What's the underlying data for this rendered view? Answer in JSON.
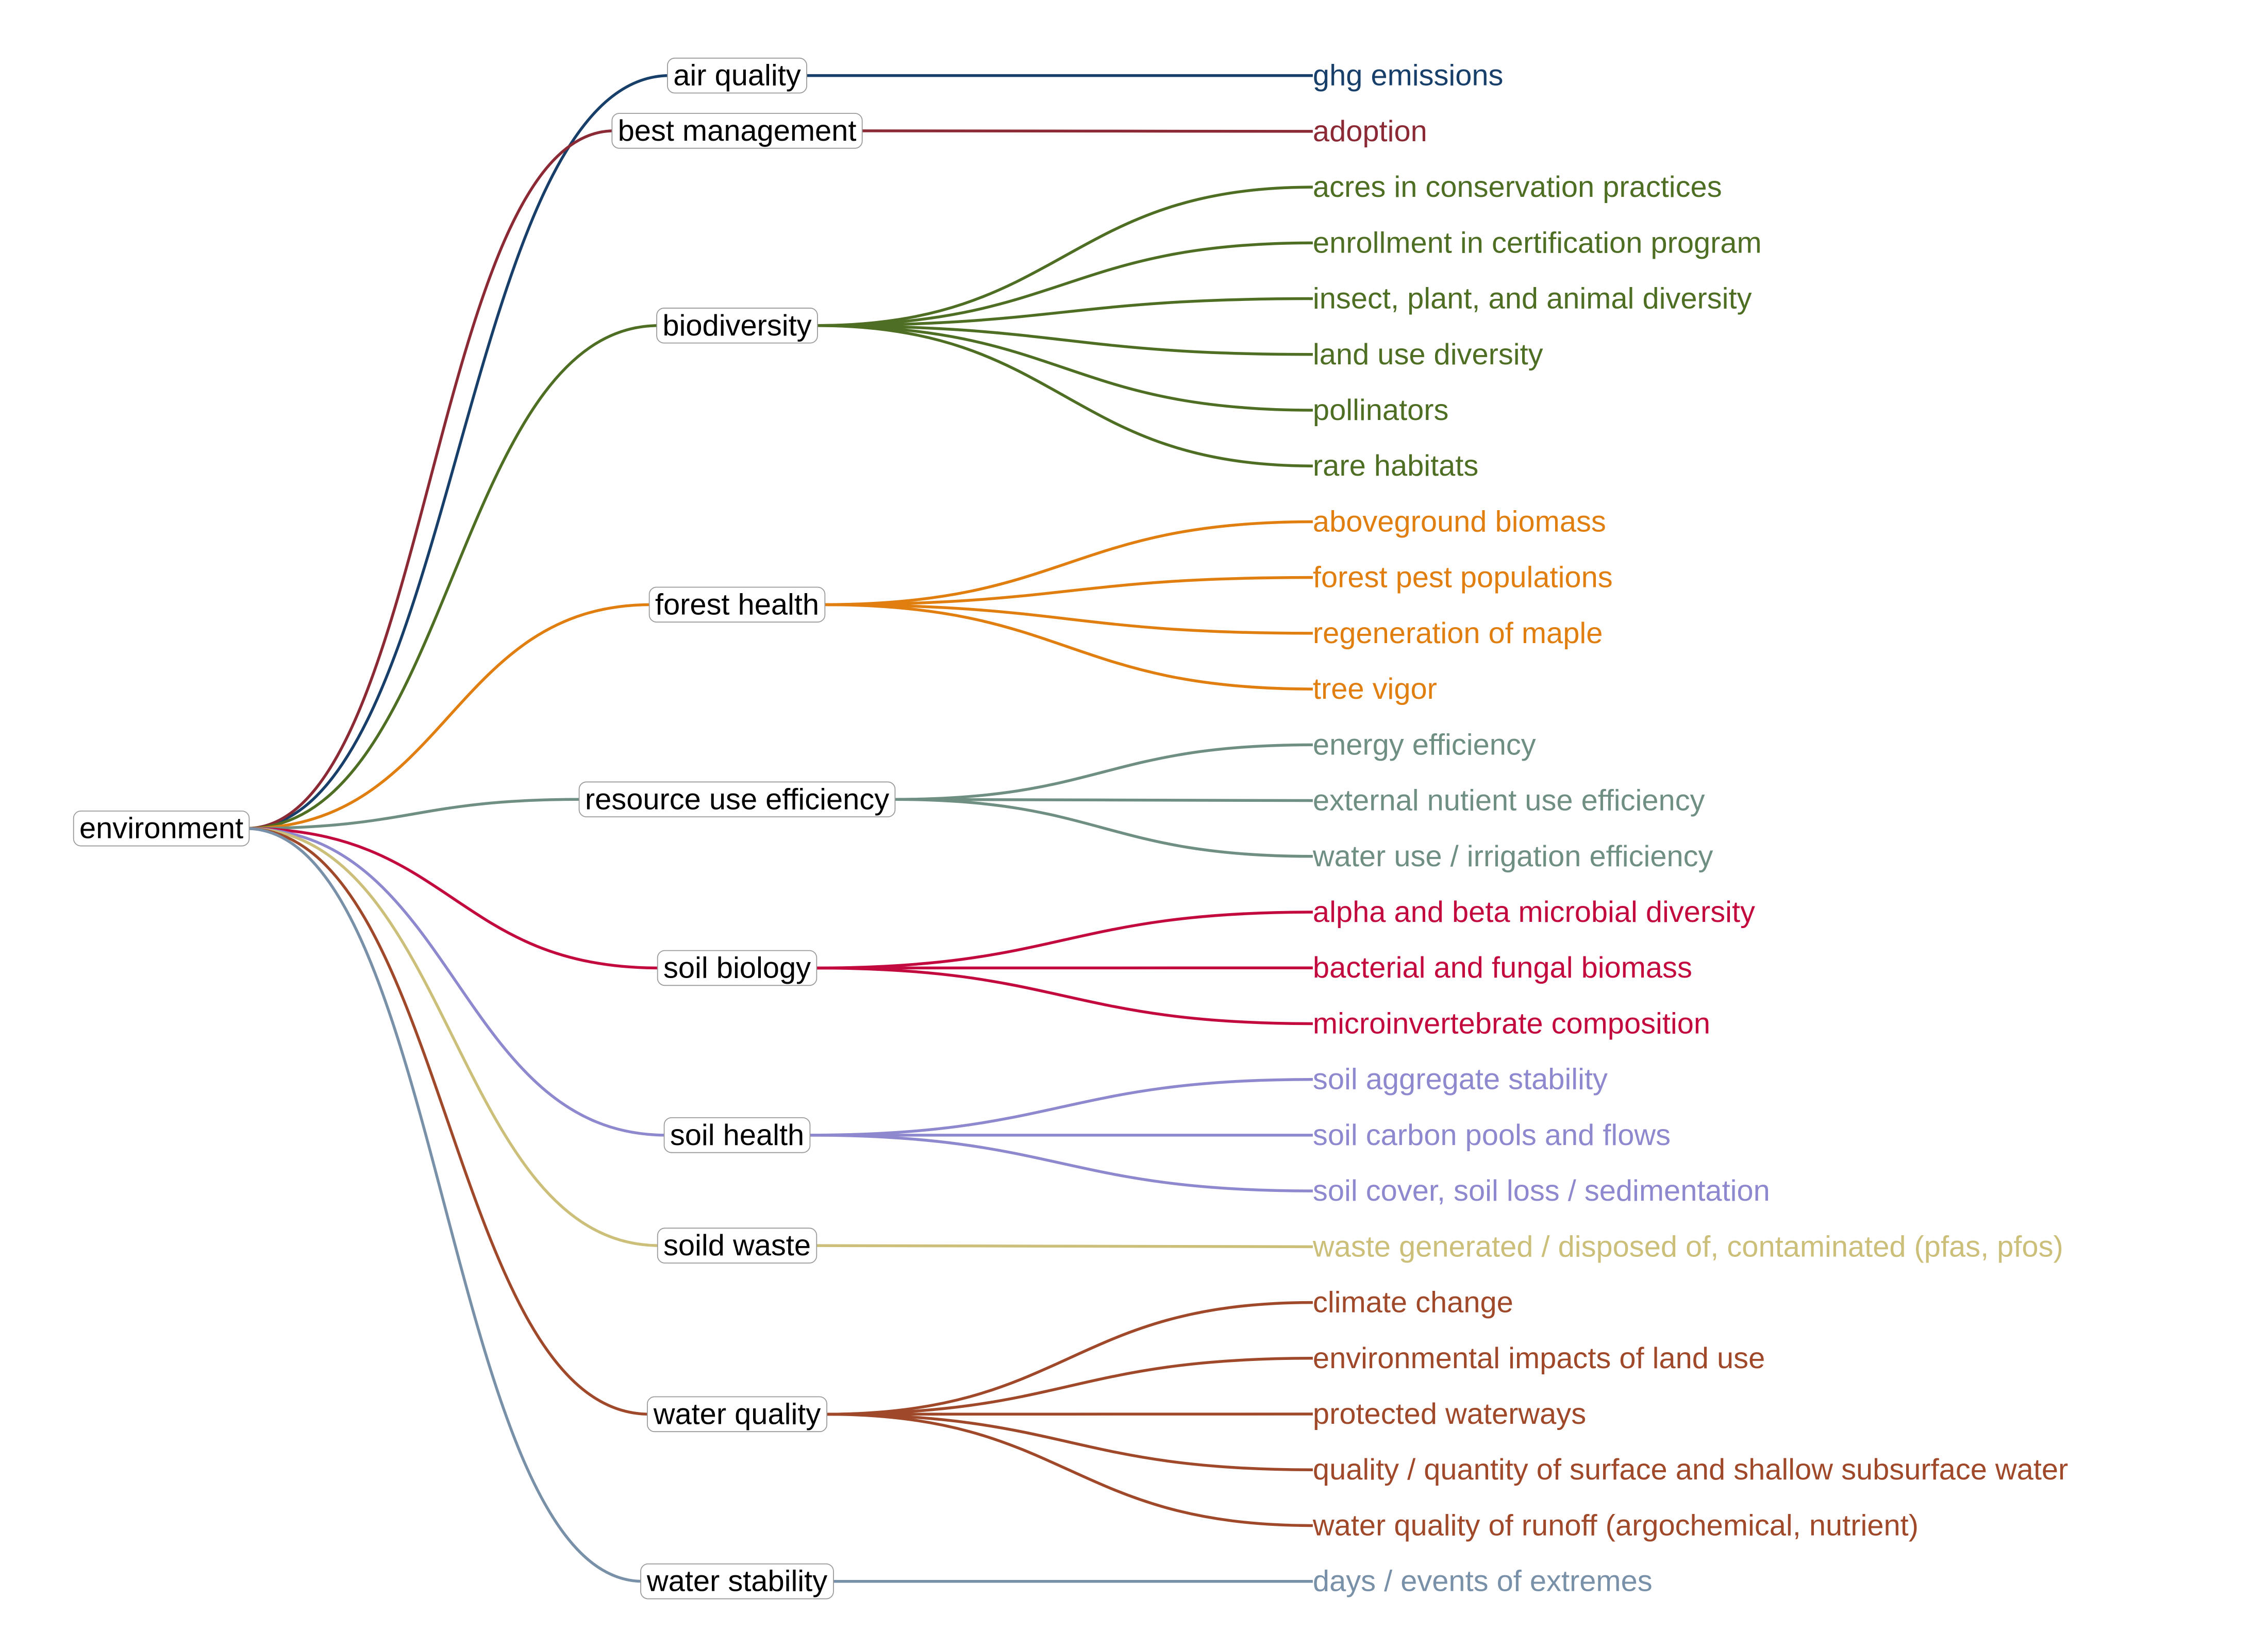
{
  "root": {
    "label": "environment"
  },
  "groups": [
    {
      "label": "air quality",
      "color": "#173f6a",
      "leaves": [
        "ghg emissions"
      ]
    },
    {
      "label": "best management",
      "color": "#8b2a35",
      "leaves": [
        "adoption"
      ]
    },
    {
      "label": "biodiversity",
      "color": "#4e6e24",
      "leaves": [
        "acres in conservation practices",
        "enrollment in certification program",
        "insect, plant, and animal diversity",
        "land use diversity",
        "pollinators",
        "rare habitats"
      ]
    },
    {
      "label": "forest health",
      "color": "#e07e10",
      "leaves": [
        "aboveground biomass",
        "forest pest populations",
        "regeneration of maple",
        "tree vigor"
      ]
    },
    {
      "label": "resource use efficiency",
      "color": "#6f8f82",
      "leaves": [
        "energy efficiency",
        "external nutient use efficiency",
        "water use / irrigation efficiency"
      ]
    },
    {
      "label": "soil biology",
      "color": "#c20a3e",
      "leaves": [
        "alpha and beta microbial diversity",
        "bacterial and fungal biomass",
        "microinvertebrate composition"
      ]
    },
    {
      "label": "soil health",
      "color": "#8e88cf",
      "leaves": [
        "soil aggregate stability",
        "soil carbon pools and flows",
        "soil cover, soil loss / sedimentation"
      ]
    },
    {
      "label": "soild waste",
      "color": "#cbbf7a",
      "leaves": [
        "waste generated / disposed of, contaminated (pfas, pfos)"
      ]
    },
    {
      "label": "water quality",
      "color": "#a0492a",
      "leaves": [
        "climate change",
        "environmental impacts of land use",
        "protected waterways",
        "quality / quantity of surface and shallow subsurface water",
        "water quality of runoff (argochemical, nutrient)"
      ]
    },
    {
      "label": "water stability",
      "color": "#7890a8",
      "leaves": [
        "days / events of extremes"
      ]
    }
  ]
}
